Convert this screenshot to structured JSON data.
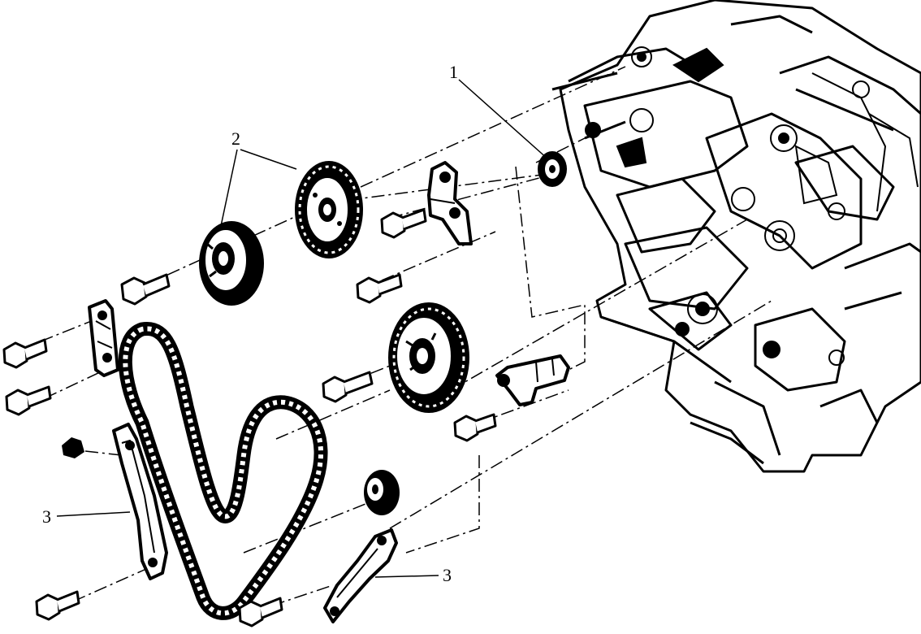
{
  "diagram": {
    "callouts": [
      {
        "id": "c1",
        "label": "1"
      },
      {
        "id": "c2",
        "label": "2"
      },
      {
        "id": "c3a",
        "label": "3"
      },
      {
        "id": "c3b",
        "label": "3"
      }
    ]
  },
  "colors": {
    "ink": "#000000",
    "paper": "#ffffff"
  }
}
